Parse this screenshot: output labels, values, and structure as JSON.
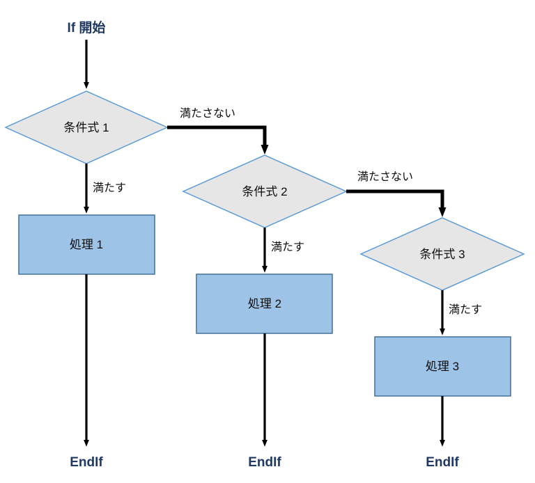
{
  "diagram": {
    "title_text": "If 開始",
    "type": "flowchart",
    "colors": {
      "decision_fill": "#e7e6e6",
      "decision_stroke": "#5b9bd5",
      "process_fill": "#9dc3e6",
      "process_stroke": "#41719c",
      "connector": "#000000",
      "terminal_text": "#1f3864",
      "label_text": "#0d0d0d",
      "background": "#ffffff"
    },
    "start": {
      "label": "If 開始"
    },
    "branches": [
      {
        "decision": "条件式 1",
        "true_label": "満たす",
        "false_label": "満たさない",
        "process": "処理 1",
        "end": "EndIf"
      },
      {
        "decision": "条件式 2",
        "true_label": "満たす",
        "false_label": "満たさない",
        "process": "処理 2",
        "end": "EndIf"
      },
      {
        "decision": "条件式 3",
        "true_label": "満たす",
        "false_label": null,
        "process": "処理 3",
        "end": "EndIf"
      }
    ],
    "ends": [
      {
        "label": "EndIf"
      },
      {
        "label": "EndIf"
      },
      {
        "label": "EndIf"
      }
    ]
  }
}
